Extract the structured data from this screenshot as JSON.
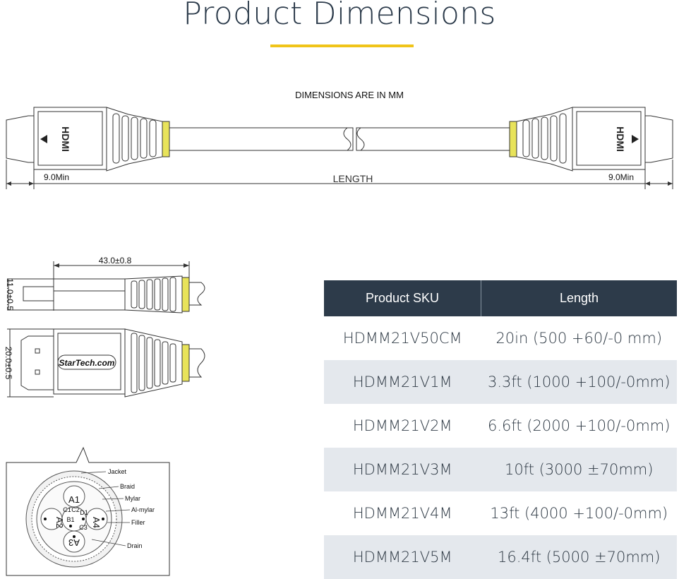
{
  "title": "Product Dimensions",
  "top_drawing": {
    "note": "DIMENSIONS ARE IN MM",
    "left_min": "9.0Min",
    "right_min": "9.0Min",
    "length_label": "LENGTH",
    "connector_text": "HDMI"
  },
  "side_drawing": {
    "length_dim": "43.0±0.8",
    "height_top": "11.0±0.5",
    "height_bottom": "20.0±0.5",
    "brand": "StarTech.com"
  },
  "cross_section": {
    "labels": [
      "Jacket",
      "Braid",
      "Mylar",
      "Al-mylar",
      "Filler",
      "Drain"
    ],
    "pairs": [
      "A1",
      "A2",
      "A3",
      "A4"
    ],
    "cores": [
      "C1",
      "C2",
      "D1",
      "B1",
      "C3"
    ]
  },
  "table": {
    "headers": [
      "Product SKU",
      "Length"
    ],
    "rows": [
      {
        "sku": "HDMM21V50CM",
        "length": "20in (500 +60/-0 mm)"
      },
      {
        "sku": "HDMM21V1M",
        "length": "3.3ft (1000 +100/-0mm)"
      },
      {
        "sku": "HDMM21V2M",
        "length": "6.6ft (2000 +100/-0mm)"
      },
      {
        "sku": "HDMM21V3M",
        "length": "10ft (3000 ±70mm)"
      },
      {
        "sku": "HDMM21V4M",
        "length": "13ft (4000 +100/-0mm)"
      },
      {
        "sku": "HDMM21V5M",
        "length": "16.4ft (5000 ±70mm)"
      }
    ]
  },
  "colors": {
    "accent": "#f0c419",
    "header_bg": "#2d3b4a",
    "row_shade": "#e4e8ed",
    "strain_relief_ring": "#e8e35a"
  }
}
